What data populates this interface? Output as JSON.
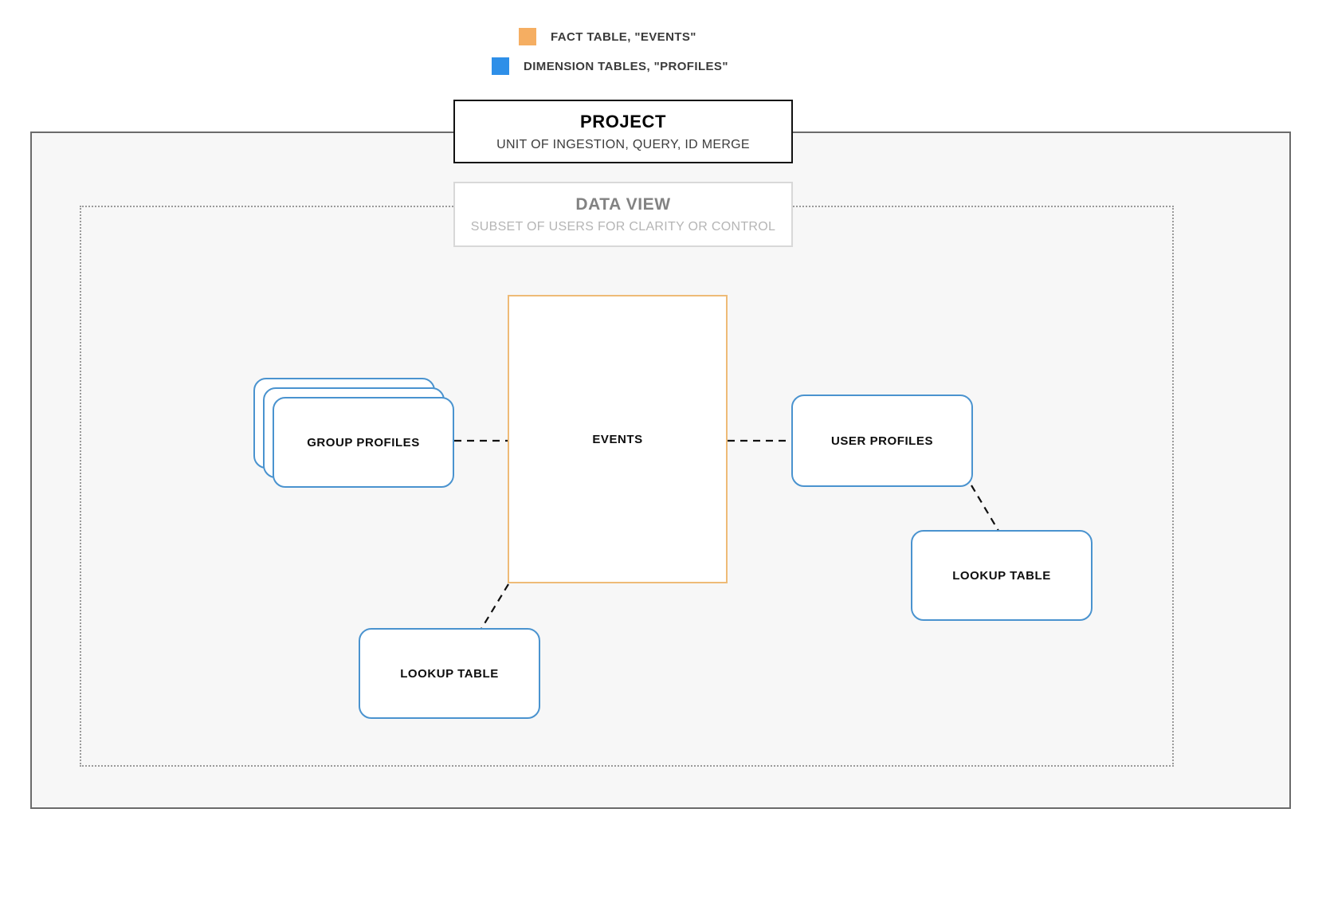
{
  "legend": {
    "items": [
      {
        "label": "FACT TABLE, \"EVENTS\"",
        "color": "#f5ae62",
        "icon": "orange-square-icon"
      },
      {
        "label": "DIMENSION TABLES, \"PROFILES\"",
        "color": "#2e8fe8",
        "icon": "blue-square-icon"
      }
    ]
  },
  "project": {
    "title": "PROJECT",
    "subtitle": "UNIT OF INGESTION, QUERY, ID MERGE",
    "border_color": "#111111"
  },
  "data_view": {
    "title": "DATA VIEW",
    "subtitle": "SUBSET OF USERS FOR CLARITY OR CONTROL",
    "border_color": "#d8d8d8"
  },
  "nodes": {
    "events": {
      "label": "EVENTS",
      "color": "#eebb77",
      "kind": "fact-table"
    },
    "group_profiles": {
      "label": "GROUP PROFILES",
      "color": "#4a93cf",
      "kind": "dimension-table-stack"
    },
    "user_profiles": {
      "label": "USER PROFILES",
      "color": "#4a93cf",
      "kind": "dimension-table"
    },
    "lookup_left": {
      "label": "LOOKUP TABLE",
      "color": "#4a93cf",
      "kind": "dimension-table"
    },
    "lookup_right": {
      "label": "LOOKUP TABLE",
      "color": "#4a93cf",
      "kind": "dimension-table"
    }
  },
  "connectors": [
    {
      "from": "group_profiles",
      "to": "events",
      "style": "dashed"
    },
    {
      "from": "events",
      "to": "user_profiles",
      "style": "dashed"
    },
    {
      "from": "events",
      "to": "lookup_left",
      "style": "dashed"
    },
    {
      "from": "user_profiles",
      "to": "lookup_right",
      "style": "dashed"
    }
  ],
  "canvas": {
    "background": "#ffffff",
    "container_fill": "#f7f7f7"
  }
}
